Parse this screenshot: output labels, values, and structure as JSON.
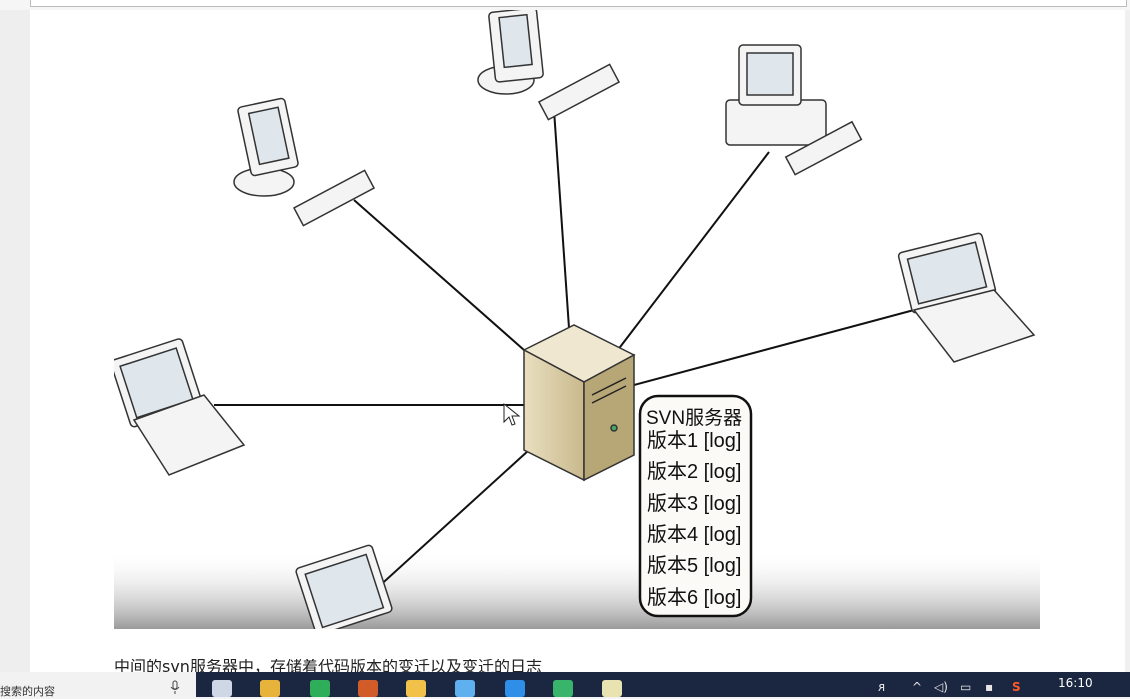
{
  "diagram": {
    "server_label": "SVN服务器",
    "versions": [
      "版本1 [log]",
      "版本2 [log]",
      "版本3 [log]",
      "版本4 [log]",
      "版本5 [log]",
      "版本6 [log]"
    ]
  },
  "caption": "中间的svn服务器中，存储着代码版本的变迁以及变迁的日志",
  "taskbar": {
    "search_placeholder": "搜索的内容",
    "clock": "16:10",
    "apps": [
      {
        "name": "task-view-icon",
        "color": "#cfd6e6"
      },
      {
        "name": "chrome-icon",
        "color": "#e8b33a"
      },
      {
        "name": "pycharm-icon",
        "color": "#2fae5a"
      },
      {
        "name": "powerpoint-icon",
        "color": "#d25b2a"
      },
      {
        "name": "file-explorer-icon",
        "color": "#f2c14a"
      },
      {
        "name": "people-icon",
        "color": "#5fb0ee"
      },
      {
        "name": "edge-icon",
        "color": "#2f8ee7"
      },
      {
        "name": "app-icon",
        "color": "#38b56a"
      },
      {
        "name": "notepad-icon",
        "color": "#e8e3b0"
      }
    ]
  }
}
